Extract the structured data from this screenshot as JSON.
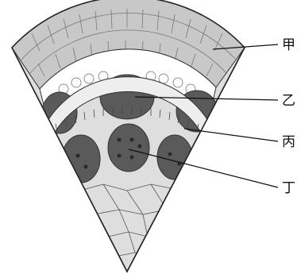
{
  "labels": {
    "jia": "甲",
    "yi": "乙",
    "bing": "丙",
    "ding": "丁"
  },
  "colors": {
    "epidermis_fill": "#c8c8c8",
    "cortex_fill": "#ffffff",
    "bundle_fill": "#5a5a5a",
    "pith_fill": "#dedede",
    "line": "#333333"
  }
}
